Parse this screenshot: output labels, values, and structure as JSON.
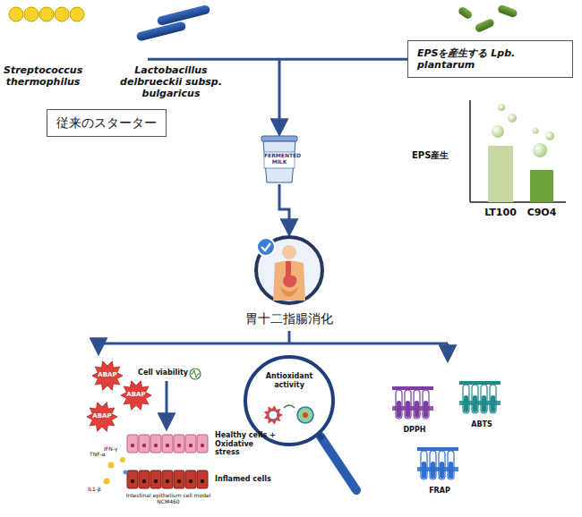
{
  "diagram": {
    "nodes": [
      {
        "text": [
          "EPSを産生する Lpb. plantarum"
        ]
      },
      {
        "text": [
          "従来のスターター"
        ]
      },
      {
        "text": [
          "FERMENTED MILK"
        ]
      },
      {
        "text": [
          "胃十二指腸消化"
        ]
      },
      {
        "text": [
          "Antioxidant activity"
        ]
      }
    ],
    "edges": [
      {
        "from": 0,
        "to": 2,
        "arrow": "to"
      },
      {
        "from": 2,
        "to": 3,
        "arrow": "to"
      }
    ],
    "labels": [
      "Streptococcus thermophilus",
      "Lactobacillus delbrueckii subsp. bulgaricus",
      "EPS産生",
      "LT100",
      "C9O4",
      "Cell viability",
      "ABAP",
      "ABAP",
      "ABAP",
      "Healthy cells + Oxidative stress",
      "TNF-α",
      "IFN-γ",
      "IL1-β",
      "Inflamed cells",
      "Intestinal epithelium cell model NCM460",
      "DPPH",
      "ABTS",
      "FRAP"
    ]
  }
}
